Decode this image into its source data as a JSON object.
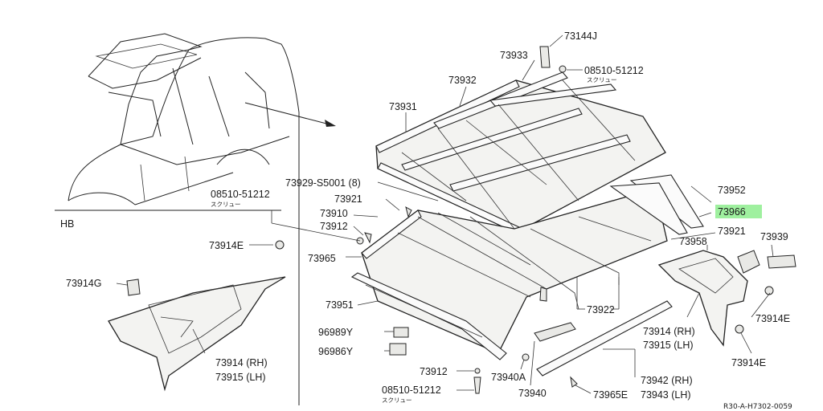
{
  "labels": {
    "p73144J": "73144J",
    "p73933": "73933",
    "p08510a": "08510-51212",
    "screw_a": "スクリュー",
    "p73932": "73932",
    "p73931": "73931",
    "p73929": "73929-S5001 (8)",
    "p08510b": "08510-51212",
    "screw_b": "スクリュー",
    "hb": "HB",
    "p73921a": "73921",
    "p73910": "73910",
    "p73912a": "73912",
    "p73914E_a": "73914E",
    "p73965": "73965",
    "p73952": "73952",
    "p73966": "73966",
    "p73921b": "73921",
    "p73958": "73958",
    "p73939": "73939",
    "p73914G": "73914G",
    "p73951": "73951",
    "p73922": "73922",
    "p96989Y": "96989Y",
    "p96986Y": "96986Y",
    "p73914rh_a": "73914 (RH)",
    "p73915lh_a": "73915 (LH)",
    "p73914rh_b": "73914 (RH)",
    "p73915lh_b": "73915 (LH)",
    "p73914E_b": "73914E",
    "p73914E_c": "73914E",
    "p73912b": "73912",
    "p73940A": "73940A",
    "p73940": "73940",
    "p08510c": "08510-51212",
    "screw_c": "スクリュー",
    "p73965E": "73965E",
    "p73942rh": "73942 (RH)",
    "p73943lh": "73943 (LH)",
    "ref": "R30-A-H7302-0059"
  },
  "colors": {
    "highlight": "#9ff09f",
    "line": "#222222"
  }
}
